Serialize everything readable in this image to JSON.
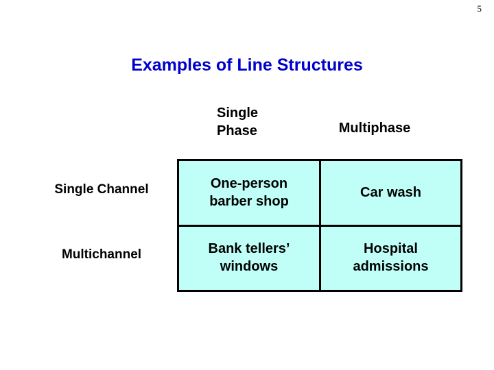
{
  "slide": {
    "page_number": "5",
    "title": "Examples of Line Structures",
    "title_color": "#0000CC",
    "background_color": "#FFFFFF"
  },
  "matrix": {
    "cell_background_color": "#BFFFF7",
    "border_color": "#000000",
    "column_headers": [
      {
        "line1": "Single",
        "line2": "Phase"
      },
      {
        "line1": "Multiphase",
        "line2": ""
      }
    ],
    "row_headers": [
      "Single Channel",
      "Multichannel"
    ],
    "rows": [
      {
        "cells": [
          {
            "line1": "One-person",
            "line2": "barber shop"
          },
          {
            "line1": "Car wash",
            "line2": ""
          }
        ]
      },
      {
        "cells": [
          {
            "line1": "Bank tellers’",
            "line2": "windows"
          },
          {
            "line1": "Hospital",
            "line2": "admissions"
          }
        ]
      }
    ]
  }
}
